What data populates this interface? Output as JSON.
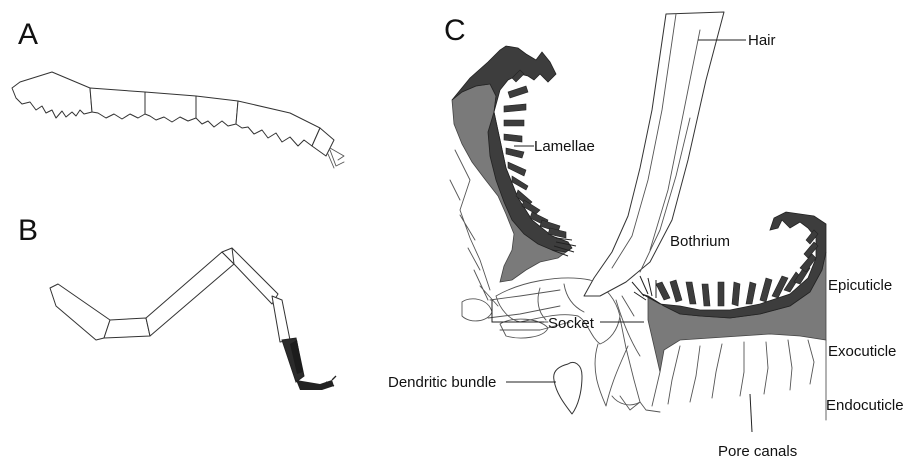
{
  "panels": {
    "a": "A",
    "b": "B",
    "c": "C"
  },
  "labels": {
    "hair": "Hair",
    "lamellae": "Lamellae",
    "bothrium": "Bothrium",
    "epicuticle": "Epicuticle",
    "socket": "Socket",
    "exocuticle": "Exocuticle",
    "dendritic_bundle": "Dendritic bundle",
    "endocuticle": "Endocuticle",
    "pore_canals": "Pore canals"
  },
  "colors": {
    "epicuticle": "#3d3d3d",
    "exocuticle": "#7a7a7a",
    "outline": "#333333",
    "background": "#ffffff"
  }
}
